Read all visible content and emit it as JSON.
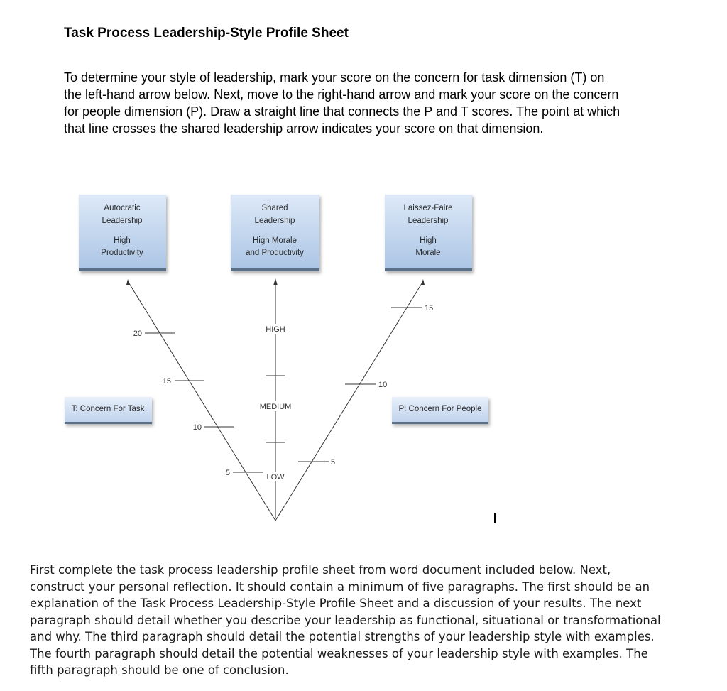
{
  "title": "Task Process Leadership-Style Profile Sheet",
  "intro": "To determine your style of leadership, mark your score on the concern for task dimension (T) on the left-hand arrow below. Next, move to the right-hand arrow and mark your score on the concern for people dimension (P). Draw a straight line that connects the P and T scores. The point at which that line crosses the shared leadership arrow indicates your score on that dimension.",
  "boxes": {
    "autocratic": {
      "line1": "Autocratic",
      "line2": "Leadership",
      "line3": "High",
      "line4": "Productivity"
    },
    "shared": {
      "line1": "Shared",
      "line2": "Leadership",
      "line3": "High Morale",
      "line4": "and Productivity"
    },
    "laissez": {
      "line1": "Laissez-Faire",
      "line2": "Leadership",
      "line3": "High",
      "line4": "Morale"
    },
    "task": "T: Concern For Task",
    "people": "P: Concern For People"
  },
  "scale": {
    "left": [
      "20",
      "15",
      "10",
      "5"
    ],
    "right": [
      "15",
      "10",
      "5"
    ],
    "center": [
      "HIGH",
      "MEDIUM",
      "LOW"
    ]
  },
  "instructions": "First complete the task process leadership profile sheet from word document included below. Next, construct your personal reflection. It should contain a minimum of five paragraphs. The first should be an explanation of the Task Process Leadership-Style Profile Sheet and a discussion of your results. The next paragraph should detail whether you describe your leadership as functional, situational or transformational and why. The third paragraph should detail the potential strengths of your leadership style with examples. The fourth paragraph should detail the potential weaknesses of your leadership style with examples. The fifth paragraph should be one of conclusion.",
  "colors": {
    "box_top": "#d9e7f7",
    "box_bottom": "#a9c3e3",
    "box_text": "#2a2a2a"
  }
}
